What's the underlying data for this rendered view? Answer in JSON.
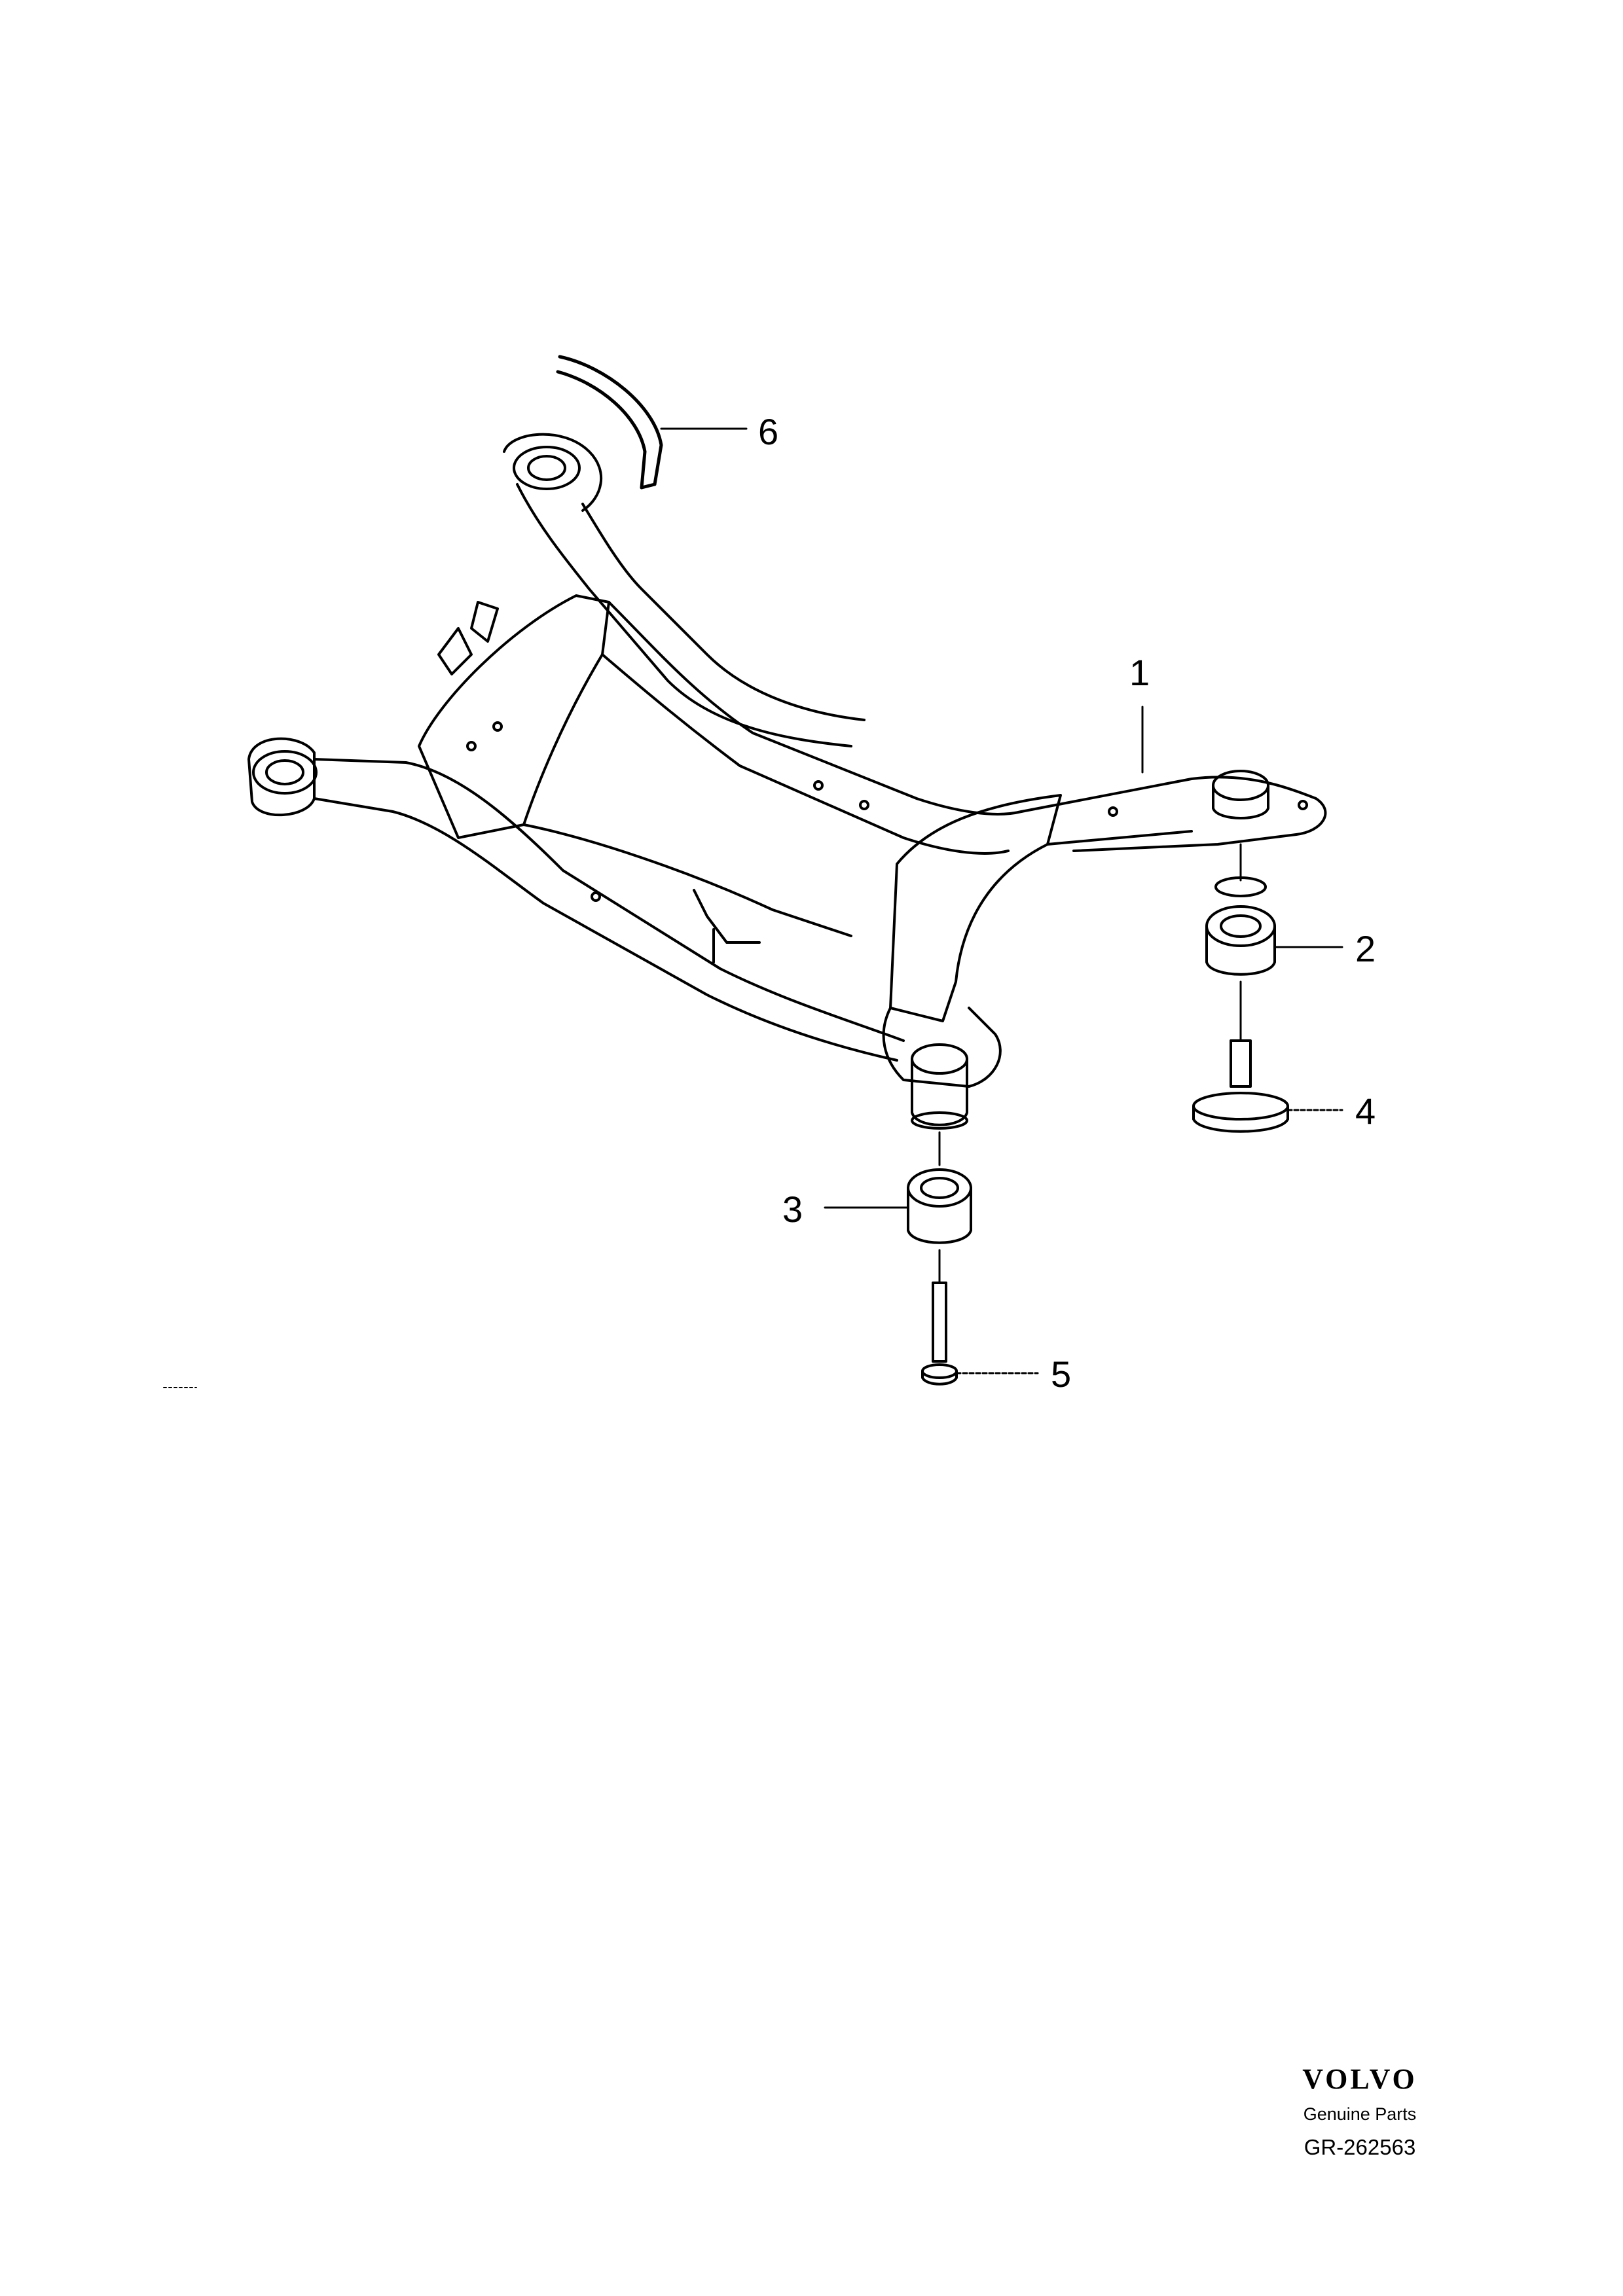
{
  "diagram": {
    "callouts": [
      "1",
      "2",
      "3",
      "4",
      "5",
      "6"
    ]
  },
  "footer": {
    "logo_text": "VOLVO",
    "subtitle": "Genuine Parts",
    "code": "GR-262563"
  }
}
